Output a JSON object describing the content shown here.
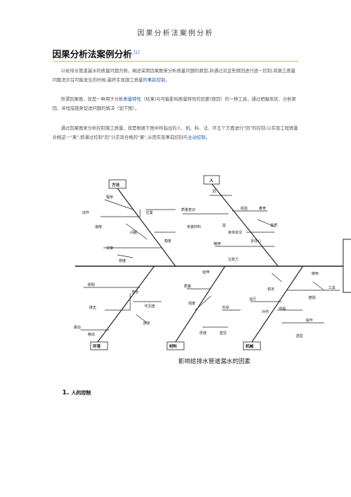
{
  "header": {
    "running_title": "因果分析法案例分析"
  },
  "article": {
    "title": "因果分析法案例分析",
    "ref": "[1]",
    "p1": "以给排水管道漏水的质量问题为例，阐述采用因果图来分析质量问题的原因,并通过对这些原因进行逐一控制,将施工质量问题消灭在可能发生的时候,最终实现施工质量的",
    "p1_link": "事前控制",
    "p1_end": "。",
    "p2_a": "所谓因果图，就是一种用于分析",
    "p2_link": "质量特性",
    "p2_b": "（结果)与可能影响质量特性的因素(原因）的一种工具，通过把握现状、分析原因、寻找措施来促进问题的解决（如下图）。",
    "p3_a": "通过因果图来分析控制施工质量，就是根据下图中所指出的人、机、料、法、环五个方面进行\"因\"的控制,以实现工程质量合格这一\"果\",即通过控制\"因\"以实现合格的\"果\",从而实现事前控制与",
    "p3_link": "主动控制",
    "p3_end": "。"
  },
  "diagram": {
    "categories": {
      "method": "方法",
      "man": "人",
      "env": "环境",
      "material": "材料",
      "machine": "机械"
    },
    "labels": {
      "process": "程序",
      "action": "动作",
      "speed": "速度",
      "position": "位置",
      "spacing": "间距",
      "angle": "角度",
      "support": "支架",
      "rigidity": "刚度",
      "qm_system": "质量意识",
      "install_material": "安装材料",
      "hole": "洞",
      "strength_m": "强",
      "experience": "经验",
      "education": "教育",
      "quality_m": "素质",
      "body": "身体状况",
      "responsibility": "责任心",
      "spirit": "精神",
      "attention": "注意力",
      "lighting": "照明",
      "safety": "安全",
      "visibility": "可见度",
      "collision": "撞击",
      "vibration": "振动",
      "movement": "移动",
      "channel": "通道",
      "elasticity": "延伸",
      "quality": "质量",
      "strength": "强度",
      "shape": "形状",
      "thickness": "厚度",
      "straight": "直径",
      "use": "使用",
      "stable": "稳定",
      "tool": "工具",
      "run": "运行",
      "external": "外伤",
      "spec": "规程",
      "wear": "磨损",
      "operation": "操作",
      "select": "选型"
    },
    "caption": "影响给排水管道漏水的因素"
  },
  "section1": {
    "number": "1.",
    "title": "人的控制"
  },
  "colors": {
    "link": "#1a5fb4",
    "rule": "#c9b98a"
  }
}
